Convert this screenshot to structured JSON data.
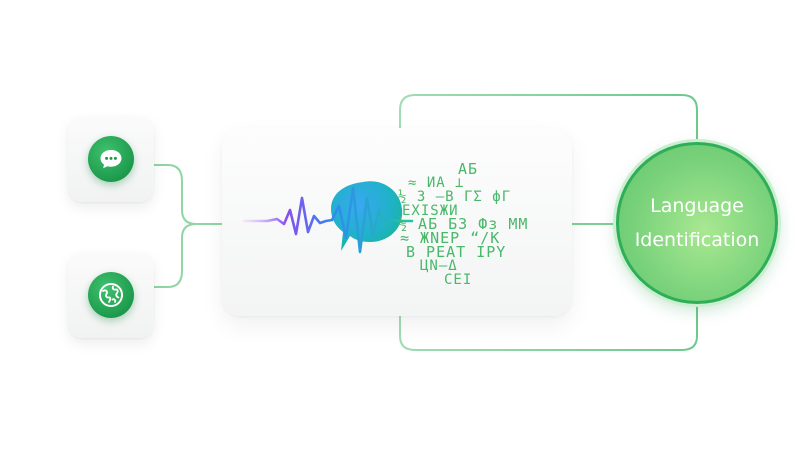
{
  "diagram": {
    "output_label_line1": "Language",
    "output_label_line2": "Identification",
    "glyph_lines": [
      "AБ",
      "≈ ИА ⊥",
      "½ З —Β ГΣ фГ",
      "ЕХІЅЖИ",
      "½ АБ БЗ Фз ММ",
      "≈ ЖΝΕР “/К",
      "В РΕΑΤ  ΙΡΥ",
      "ЦΝ—Δ",
      "СЕΙ"
    ]
  },
  "icons": {
    "chat": "chat-bubble-icon",
    "globe": "globe-icon",
    "speech": "speech-bubble-icon",
    "waveform": "waveform-icon"
  },
  "colors": {
    "accent_green": "#2eae57",
    "connector_green": "#8fd6a4",
    "wave_blue": "#2f8cf0",
    "wave_purple": "#8a4df0",
    "wave_teal": "#20c6a5"
  }
}
